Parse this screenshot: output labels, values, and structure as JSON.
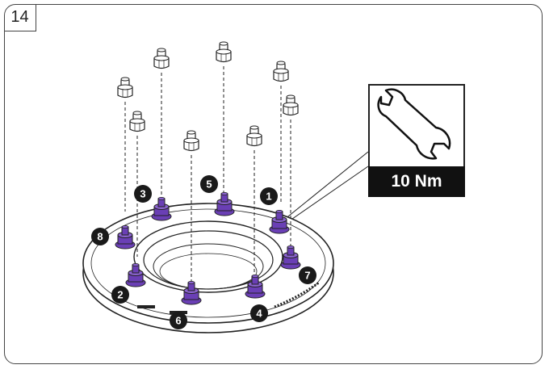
{
  "step": {
    "number": "14"
  },
  "torque": {
    "value": "10 Nm",
    "icon": "wrench-icon"
  },
  "callouts": [
    "1",
    "2",
    "3",
    "4",
    "5",
    "6",
    "7",
    "8"
  ],
  "colors": {
    "nut": "#6a3fb5",
    "callout": "#1a1a1a",
    "outline": "#222222"
  }
}
